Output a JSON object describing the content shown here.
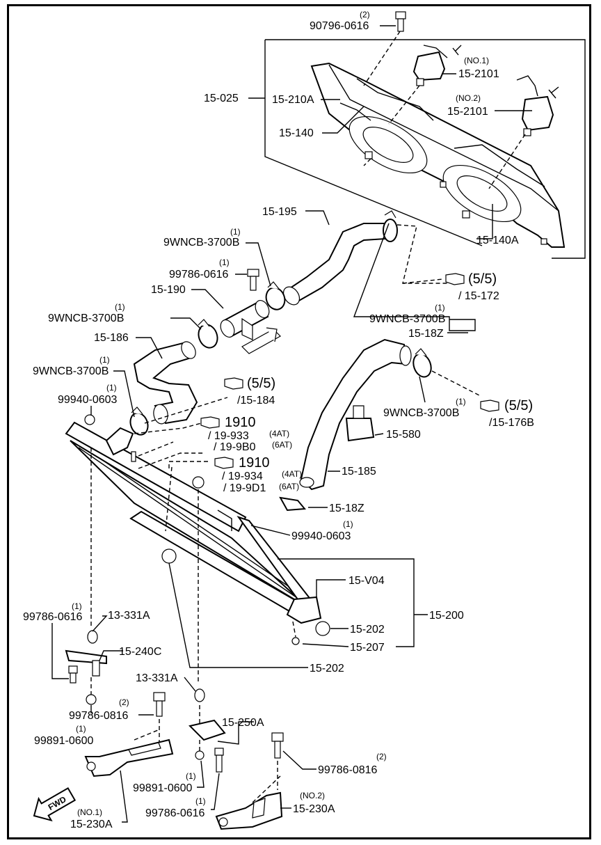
{
  "labels": {
    "l_90796": "90796-0616",
    "q_90796": "(2)",
    "l_15025": "15-025",
    "l_15210A": "15-210A",
    "l_15140": "15-140",
    "l_no1_top": "(NO.1)",
    "l_152101a": "15-2101",
    "l_no2_top": "(NO.2)",
    "l_152101b": "15-2101",
    "l_15140A": "15-140A",
    "l_15195": "15-195",
    "q_9wncb1": "(1)",
    "l_9wncb1": "9WNCB-3700B",
    "q_99786a": "(1)",
    "l_99786a": "99786-0616",
    "l_15190": "15-190",
    "q_9wncb2": "(1)",
    "l_9wncb2": "9WNCB-3700B",
    "l_15186": "15-186",
    "q_9wncb3": "(1)",
    "l_9wncb3": "9WNCB-3700B",
    "q_99940a": "(1)",
    "l_99940a": "99940-0603",
    "ref_55a": "(5/5)",
    "ref_172": "/ 15-172",
    "q_9wncb4": "(1)",
    "l_9wncb4": "9WNCB-3700B",
    "l_1518Za": "15-18Z",
    "ref_55b": "(5/5)",
    "ref_184": "/15-184",
    "ref_1910a": "1910",
    "ref_19933": "/ 19-933",
    "ref_4at_a": "(4AT)",
    "ref_199B0": "/ 19-9B0",
    "ref_6at_a": "(6AT)",
    "ref_1910b": "1910",
    "ref_19934": "/ 19-934",
    "ref_4at_b": "(4AT)",
    "ref_199D1": "/ 19-9D1",
    "ref_6at_b": "(6AT)",
    "l_9wncb5": "9WNCB-3700B",
    "q_9wncb5": "(1)",
    "ref_55c": "(5/5)",
    "ref_176B": "/15-176B",
    "l_15580": "15-580",
    "l_15185": "15-185",
    "l_1518Zb": "15-18Z",
    "l_99940b": "99940-0603",
    "q_99940b": "(1)",
    "l_15V04": "15-V04",
    "l_15200": "15-200",
    "l_15202a": "15-202",
    "l_15207": "15-207",
    "l_15202b": "15-202",
    "q_99786b": "(1)",
    "l_99786b": "99786-0616",
    "l_13331Aa": "13-331A",
    "l_15240C": "15-240C",
    "l_13331Ab": "13-331A",
    "q_99786c": "(2)",
    "l_99786c": "99786-0816",
    "l_99891a": "99891-0600",
    "q_99891a": "(1)",
    "l_15250A": "15-250A",
    "q_99786d": "(2)",
    "l_99786d": "99786-0816",
    "q_99891b": "(1)",
    "l_99891b": "99891-0600",
    "l_no2_bot": "(NO.2)",
    "l_15230Ab": "15-230A",
    "q_99786e": "(1)",
    "l_99786e": "99786-0616",
    "l_no1_bot": "(NO.1)",
    "l_15230Aa": "15-230A",
    "fwd": "FWD"
  },
  "icons": {
    "ref_hand": "pointing-hand-icon",
    "fwd_arrow": "fwd-arrow-icon"
  }
}
